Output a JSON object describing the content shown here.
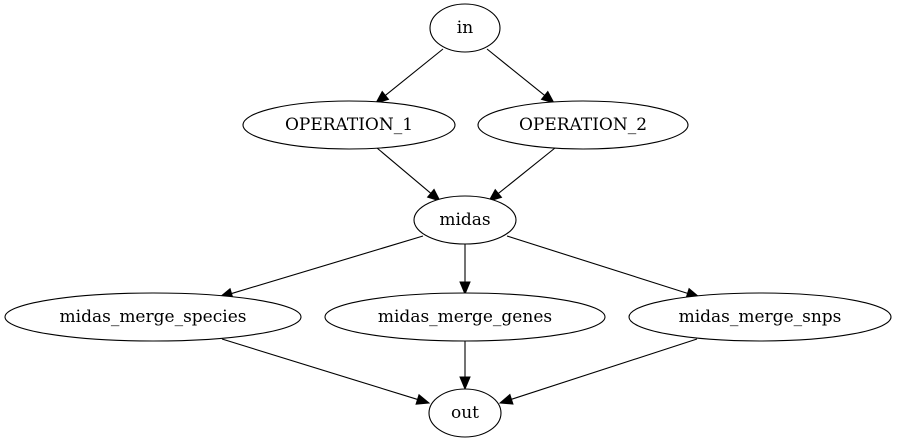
{
  "graph": {
    "nodes": [
      {
        "id": "in",
        "label": "in"
      },
      {
        "id": "op1",
        "label": "OPERATION_1"
      },
      {
        "id": "op2",
        "label": "OPERATION_2"
      },
      {
        "id": "midas",
        "label": "midas"
      },
      {
        "id": "species",
        "label": "midas_merge_species"
      },
      {
        "id": "genes",
        "label": "midas_merge_genes"
      },
      {
        "id": "snps",
        "label": "midas_merge_snps"
      },
      {
        "id": "out",
        "label": "out"
      }
    ],
    "edges": [
      {
        "from": "in",
        "to": "op1"
      },
      {
        "from": "in",
        "to": "op2"
      },
      {
        "from": "op1",
        "to": "midas"
      },
      {
        "from": "op2",
        "to": "midas"
      },
      {
        "from": "midas",
        "to": "species"
      },
      {
        "from": "midas",
        "to": "genes"
      },
      {
        "from": "midas",
        "to": "snps"
      },
      {
        "from": "species",
        "to": "out"
      },
      {
        "from": "genes",
        "to": "out"
      },
      {
        "from": "snps",
        "to": "out"
      }
    ]
  }
}
